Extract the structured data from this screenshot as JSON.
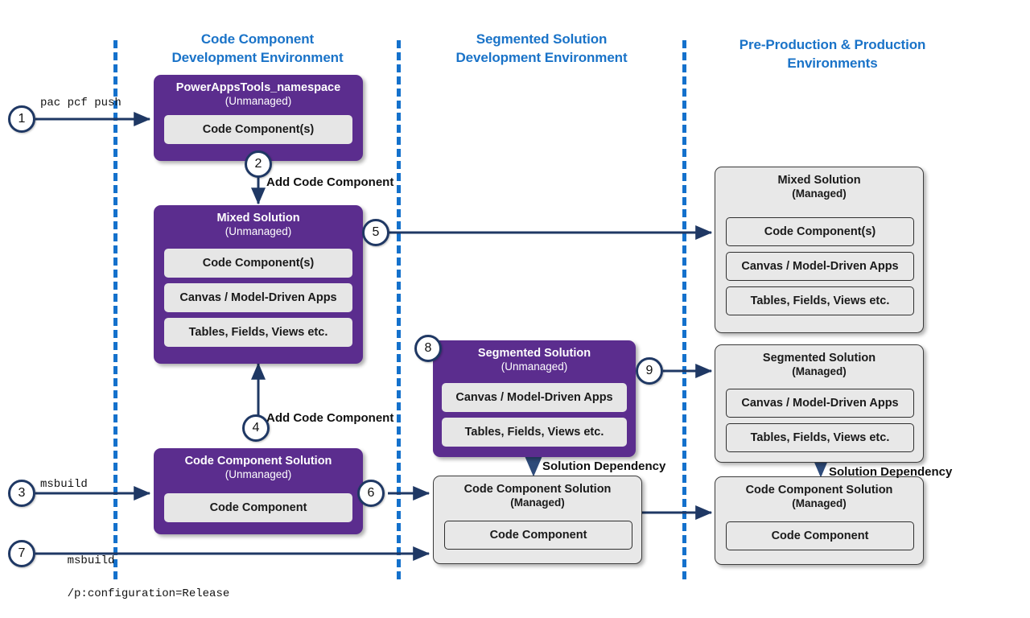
{
  "columns": [
    {
      "id": "code-component-dev",
      "line1": "Code Component",
      "line2": "Development Environment"
    },
    {
      "id": "segmented-solution-dev",
      "line1": "Segmented Solution",
      "line2": "Development Environment"
    },
    {
      "id": "preprod-prod",
      "line1": "Pre-Production & Production",
      "line2": "Environments"
    }
  ],
  "boxes": {
    "powerappstools": {
      "title": "PowerAppsTools_namespace",
      "state": "(Unmanaged)",
      "items": [
        "Code Component(s)"
      ]
    },
    "mixed_unmanaged": {
      "title": "Mixed Solution",
      "state": "(Unmanaged)",
      "items": [
        "Code Component(s)",
        "Canvas / Model-Driven Apps",
        "Tables, Fields, Views etc."
      ]
    },
    "code_component_solution_unmanaged": {
      "title": "Code Component Solution",
      "state": "(Unmanaged)",
      "items": [
        "Code Component"
      ]
    },
    "segmented_unmanaged": {
      "title": "Segmented Solution",
      "state": "(Unmanaged)",
      "items": [
        "Canvas / Model-Driven Apps",
        "Tables, Fields, Views etc."
      ]
    },
    "code_component_solution_managed_mid": {
      "title": "Code Component Solution",
      "state": "(Managed)",
      "items": [
        "Code Component"
      ]
    },
    "mixed_managed": {
      "title": "Mixed Solution",
      "state": "(Managed)",
      "items": [
        "Code Component(s)",
        "Canvas / Model-Driven Apps",
        "Tables, Fields, Views etc."
      ]
    },
    "segmented_managed": {
      "title": "Segmented Solution",
      "state": "(Managed)",
      "items": [
        "Canvas / Model-Driven Apps",
        "Tables, Fields, Views etc."
      ]
    },
    "code_component_solution_managed_right": {
      "title": "Code Component Solution",
      "state": "(Managed)",
      "items": [
        "Code Component"
      ]
    }
  },
  "steps": [
    {
      "n": "1"
    },
    {
      "n": "2"
    },
    {
      "n": "3"
    },
    {
      "n": "4"
    },
    {
      "n": "5"
    },
    {
      "n": "6"
    },
    {
      "n": "7"
    },
    {
      "n": "8"
    },
    {
      "n": "9"
    }
  ],
  "commands": {
    "pac_pcf_push": "pac pcf push",
    "msbuild": "msbuild",
    "msbuild_release_line1": "msbuild",
    "msbuild_release_line2": "/p:configuration=Release"
  },
  "labels": {
    "add_code_component_top": "Add Code Component",
    "add_code_component_bottom": "Add Code Component",
    "solution_dependency_mid": "Solution Dependency",
    "solution_dependency_right": "Solution Dependency"
  },
  "colors": {
    "header_blue": "#1A73C8",
    "divider_blue": "#1471CC",
    "solution_purple": "#5B2D8E",
    "managed_gray": "#E8E8E8",
    "arrow_navy": "#1F3864"
  }
}
